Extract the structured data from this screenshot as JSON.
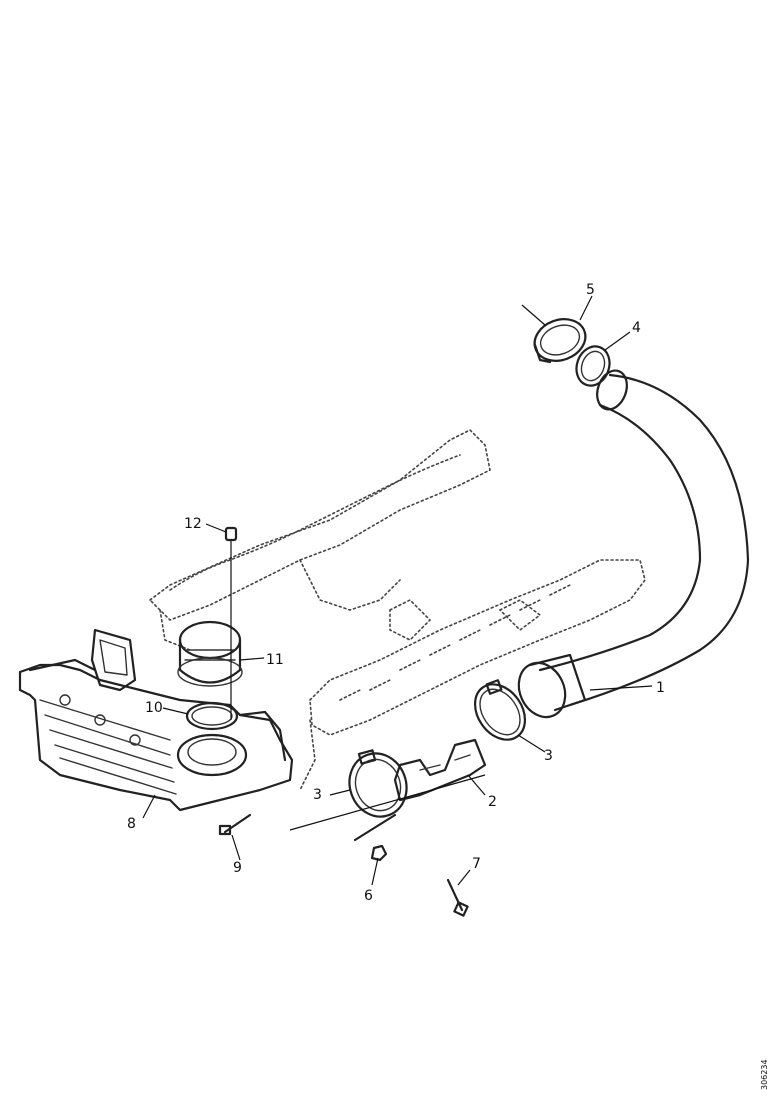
{
  "callouts": {
    "c1": "1",
    "c2": "2",
    "c3a": "3",
    "c3b": "3",
    "c4": "4",
    "c5": "5",
    "c6": "6",
    "c7": "7",
    "c8": "8",
    "c9": "9",
    "c10": "10",
    "c11": "11",
    "c12": "12"
  },
  "reference_number": "306234",
  "colors": {
    "ink": "#222222",
    "background": "#ffffff"
  }
}
